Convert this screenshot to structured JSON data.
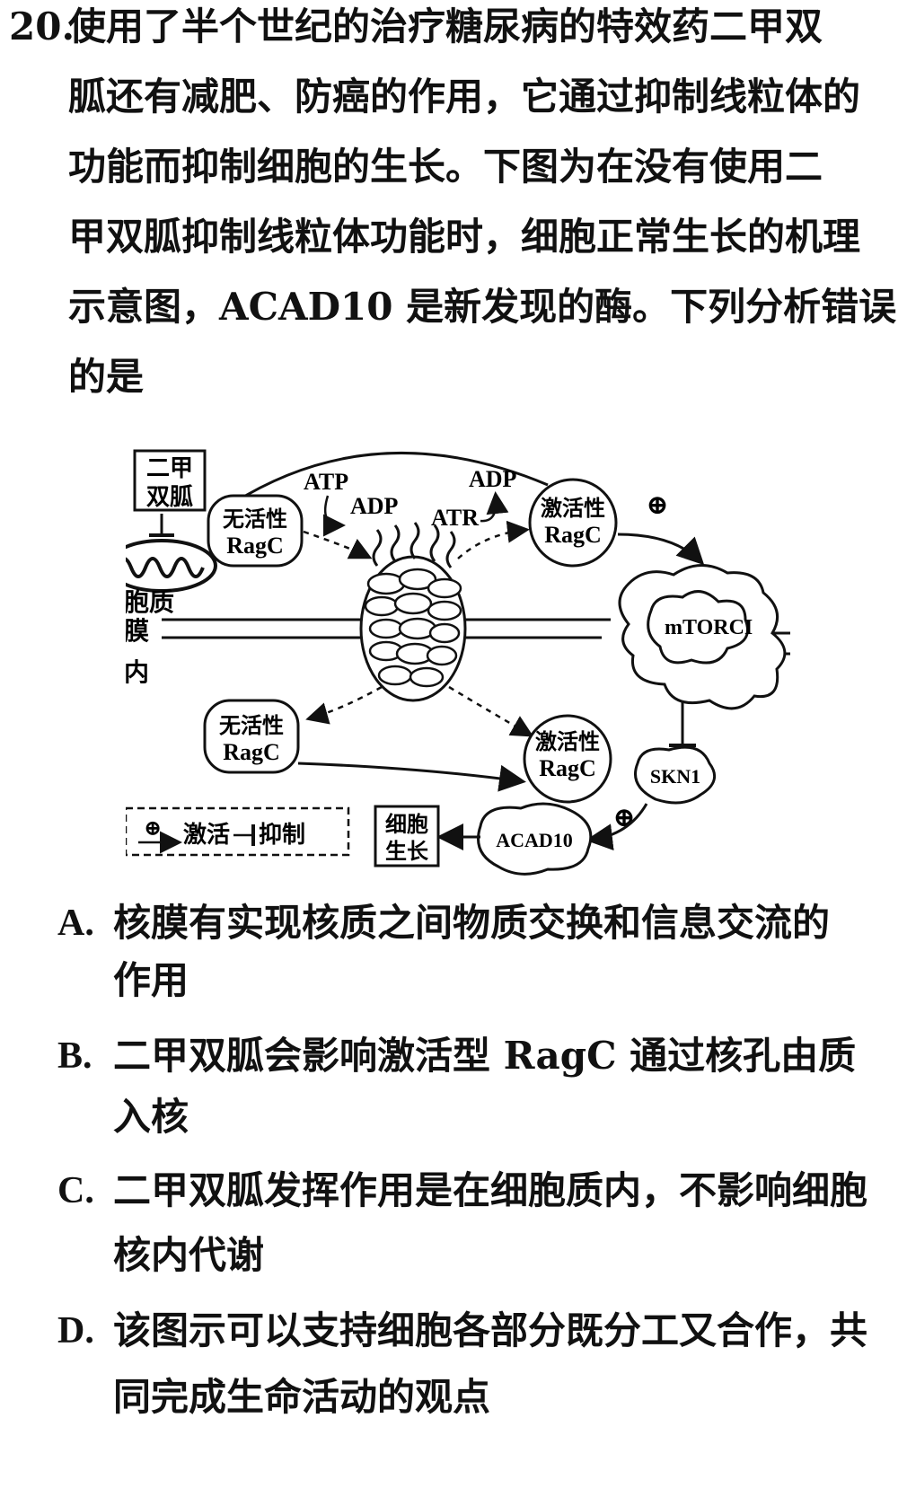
{
  "question": {
    "number": "20.",
    "lines": [
      "使用了半个世纪的治疗糖尿病的特效药二甲双",
      "胍还有减肥、防癌的作用，它通过抑制线粒体的",
      "功能而抑制细胞的生长。下图为在没有使用二",
      "甲双胍抑制线粒体功能时，细胞正常生长的机理",
      "示意图，ACAD10 是新发现的酶。下列分析错误",
      "的是"
    ]
  },
  "diagram": {
    "drug_line1": "二甲",
    "drug_line2": "双胍",
    "cytoplasm": "细胞质",
    "nuclear_membrane": "核膜",
    "nucleus_inner": "核内",
    "inactive_line1": "无活性",
    "active_line1": "激活性",
    "ragc": "RagC",
    "atp": "ATP",
    "adp": "ADP",
    "atr": "ATR",
    "mtorc": "mTORCI",
    "skn": "SKN1",
    "acad": "ACAD10",
    "growth_line1": "细胞",
    "growth_line2": "生长",
    "plus": "⊕",
    "legend_activate": "激活",
    "legend_inhibit": "抑制"
  },
  "options": [
    {
      "letter": "A.",
      "line1": "核膜有实现核质之间物质交换和信息交流的",
      "line2": "作用"
    },
    {
      "letter": "B.",
      "line1": "二甲双胍会影响激活型 RagC 通过核孔由质",
      "line2": "入核"
    },
    {
      "letter": "C.",
      "line1": "二甲双胍发挥作用是在细胞质内，不影响细胞",
      "line2": "核内代谢"
    },
    {
      "letter": "D.",
      "line1": "该图示可以支持细胞各部分既分工又合作，共",
      "line2": "同完成生命活动的观点"
    }
  ]
}
